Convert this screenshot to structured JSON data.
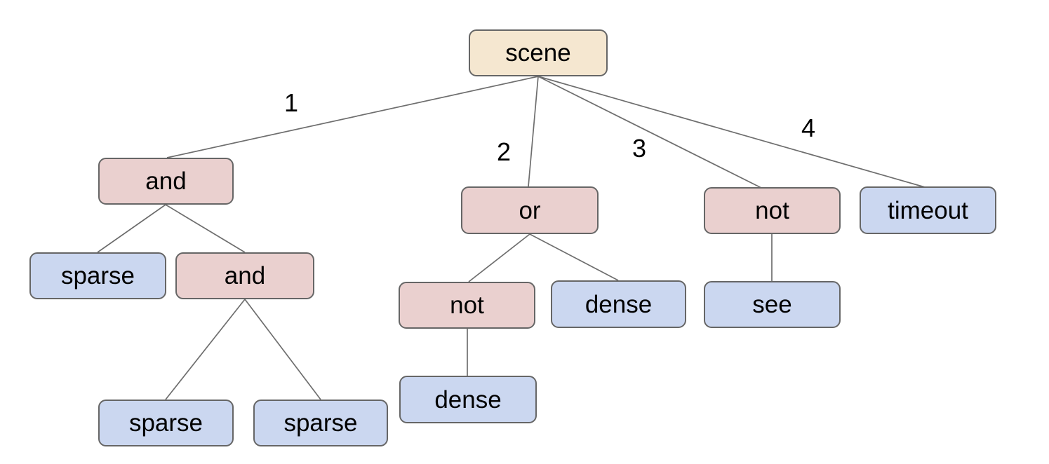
{
  "colors": {
    "background": "#ffffff",
    "root_fill": "#f5e7d0",
    "operator_fill": "#ead0cf",
    "leaf_fill": "#cbd7f0",
    "node_border": "#666666",
    "edge_line": "#6e6e6e",
    "text": "#000000"
  },
  "nodes": [
    {
      "id": "scene",
      "label": "scene",
      "role": "root"
    },
    {
      "id": "and-1",
      "label": "and",
      "role": "operator"
    },
    {
      "id": "or-1",
      "label": "or",
      "role": "operator"
    },
    {
      "id": "not-1",
      "label": "not",
      "role": "operator"
    },
    {
      "id": "timeout",
      "label": "timeout",
      "role": "leaf"
    },
    {
      "id": "sparse-1",
      "label": "sparse",
      "role": "leaf"
    },
    {
      "id": "and-2",
      "label": "and",
      "role": "operator"
    },
    {
      "id": "not-2",
      "label": "not",
      "role": "operator"
    },
    {
      "id": "dense-1",
      "label": "dense",
      "role": "leaf"
    },
    {
      "id": "see",
      "label": "see",
      "role": "leaf"
    },
    {
      "id": "sparse-2",
      "label": "sparse",
      "role": "leaf"
    },
    {
      "id": "sparse-3",
      "label": "sparse",
      "role": "leaf"
    },
    {
      "id": "dense-2",
      "label": "dense",
      "role": "leaf"
    }
  ],
  "edges": [
    {
      "from": "scene",
      "to": "and-1",
      "label": "1"
    },
    {
      "from": "scene",
      "to": "or-1",
      "label": "2"
    },
    {
      "from": "scene",
      "to": "not-1",
      "label": "3"
    },
    {
      "from": "scene",
      "to": "timeout",
      "label": "4"
    },
    {
      "from": "and-1",
      "to": "sparse-1"
    },
    {
      "from": "and-1",
      "to": "and-2"
    },
    {
      "from": "and-2",
      "to": "sparse-2"
    },
    {
      "from": "and-2",
      "to": "sparse-3"
    },
    {
      "from": "or-1",
      "to": "not-2"
    },
    {
      "from": "or-1",
      "to": "dense-1"
    },
    {
      "from": "not-2",
      "to": "dense-2"
    },
    {
      "from": "not-1",
      "to": "see"
    }
  ]
}
